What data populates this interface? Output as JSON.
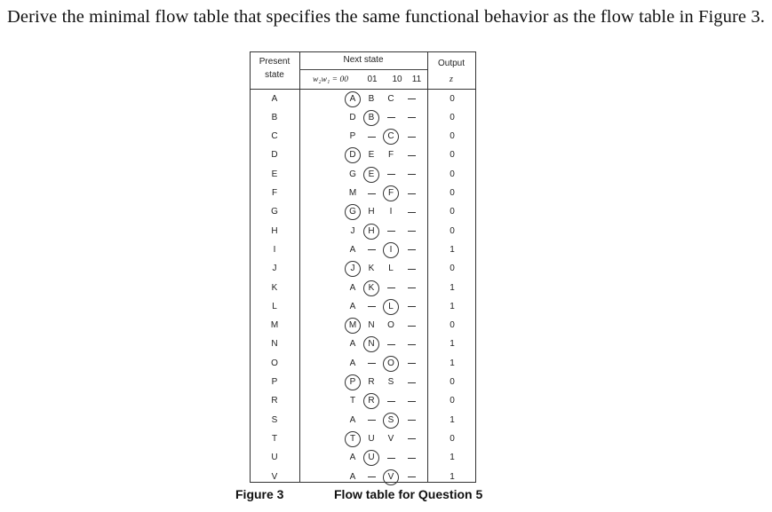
{
  "question": "Derive the minimal flow table that specifies the same functional behavior as the flow table in Figure 3.",
  "table": {
    "present_header": [
      "Present",
      "state"
    ],
    "next_header": "Next state",
    "input_label": "w₂w₁ = 00",
    "input_cols": [
      "01",
      "10",
      "11"
    ],
    "output_header": "Output",
    "output_var": "z",
    "rows": [
      {
        "state": "A",
        "next": [
          {
            "v": "A",
            "stable": true
          },
          {
            "v": "B"
          },
          {
            "v": "C"
          },
          {
            "v": "-"
          }
        ],
        "z": "0"
      },
      {
        "state": "B",
        "next": [
          {
            "v": "D"
          },
          {
            "v": "B",
            "stable": true
          },
          {
            "v": "-"
          },
          {
            "v": "-"
          }
        ],
        "z": "0"
      },
      {
        "state": "C",
        "next": [
          {
            "v": "P"
          },
          {
            "v": "-"
          },
          {
            "v": "C",
            "stable": true
          },
          {
            "v": "-"
          }
        ],
        "z": "0"
      },
      {
        "state": "D",
        "next": [
          {
            "v": "D",
            "stable": true
          },
          {
            "v": "E"
          },
          {
            "v": "F"
          },
          {
            "v": "-"
          }
        ],
        "z": "0"
      },
      {
        "state": "E",
        "next": [
          {
            "v": "G"
          },
          {
            "v": "E",
            "stable": true
          },
          {
            "v": "-"
          },
          {
            "v": "-"
          }
        ],
        "z": "0"
      },
      {
        "state": "F",
        "next": [
          {
            "v": "M"
          },
          {
            "v": "-"
          },
          {
            "v": "F",
            "stable": true
          },
          {
            "v": "-"
          }
        ],
        "z": "0"
      },
      {
        "state": "G",
        "next": [
          {
            "v": "G",
            "stable": true
          },
          {
            "v": "H"
          },
          {
            "v": "I"
          },
          {
            "v": "-"
          }
        ],
        "z": "0"
      },
      {
        "state": "H",
        "next": [
          {
            "v": "J"
          },
          {
            "v": "H",
            "stable": true
          },
          {
            "v": "-"
          },
          {
            "v": "-"
          }
        ],
        "z": "0"
      },
      {
        "state": "I",
        "next": [
          {
            "v": "A"
          },
          {
            "v": "-"
          },
          {
            "v": "I",
            "stable": true
          },
          {
            "v": "-"
          }
        ],
        "z": "1"
      },
      {
        "state": "J",
        "next": [
          {
            "v": "J",
            "stable": true
          },
          {
            "v": "K"
          },
          {
            "v": "L"
          },
          {
            "v": "-"
          }
        ],
        "z": "0"
      },
      {
        "state": "K",
        "next": [
          {
            "v": "A"
          },
          {
            "v": "K",
            "stable": true
          },
          {
            "v": "-"
          },
          {
            "v": "-"
          }
        ],
        "z": "1"
      },
      {
        "state": "L",
        "next": [
          {
            "v": "A"
          },
          {
            "v": "-"
          },
          {
            "v": "L",
            "stable": true
          },
          {
            "v": "-"
          }
        ],
        "z": "1"
      },
      {
        "state": "M",
        "next": [
          {
            "v": "M",
            "stable": true
          },
          {
            "v": "N"
          },
          {
            "v": "O"
          },
          {
            "v": "-"
          }
        ],
        "z": "0"
      },
      {
        "state": "N",
        "next": [
          {
            "v": "A"
          },
          {
            "v": "N",
            "stable": true
          },
          {
            "v": "-"
          },
          {
            "v": "-"
          }
        ],
        "z": "1"
      },
      {
        "state": "O",
        "next": [
          {
            "v": "A"
          },
          {
            "v": "-"
          },
          {
            "v": "O",
            "stable": true
          },
          {
            "v": "-"
          }
        ],
        "z": "1"
      },
      {
        "state": "P",
        "next": [
          {
            "v": "P",
            "stable": true
          },
          {
            "v": "R"
          },
          {
            "v": "S"
          },
          {
            "v": "-"
          }
        ],
        "z": "0"
      },
      {
        "state": "R",
        "next": [
          {
            "v": "T"
          },
          {
            "v": "R",
            "stable": true
          },
          {
            "v": "-"
          },
          {
            "v": "-"
          }
        ],
        "z": "0"
      },
      {
        "state": "S",
        "next": [
          {
            "v": "A"
          },
          {
            "v": "-"
          },
          {
            "v": "S",
            "stable": true
          },
          {
            "v": "-"
          }
        ],
        "z": "1"
      },
      {
        "state": "T",
        "next": [
          {
            "v": "T",
            "stable": true
          },
          {
            "v": "U"
          },
          {
            "v": "V"
          },
          {
            "v": "-"
          }
        ],
        "z": "0"
      },
      {
        "state": "U",
        "next": [
          {
            "v": "A"
          },
          {
            "v": "U",
            "stable": true
          },
          {
            "v": "-"
          },
          {
            "v": "-"
          }
        ],
        "z": "1"
      },
      {
        "state": "V",
        "next": [
          {
            "v": "A"
          },
          {
            "v": "-"
          },
          {
            "v": "V",
            "stable": true
          },
          {
            "v": "-"
          }
        ],
        "z": "1"
      }
    ]
  },
  "caption_figure": "Figure 3",
  "caption_text": "Flow table for Question 5"
}
